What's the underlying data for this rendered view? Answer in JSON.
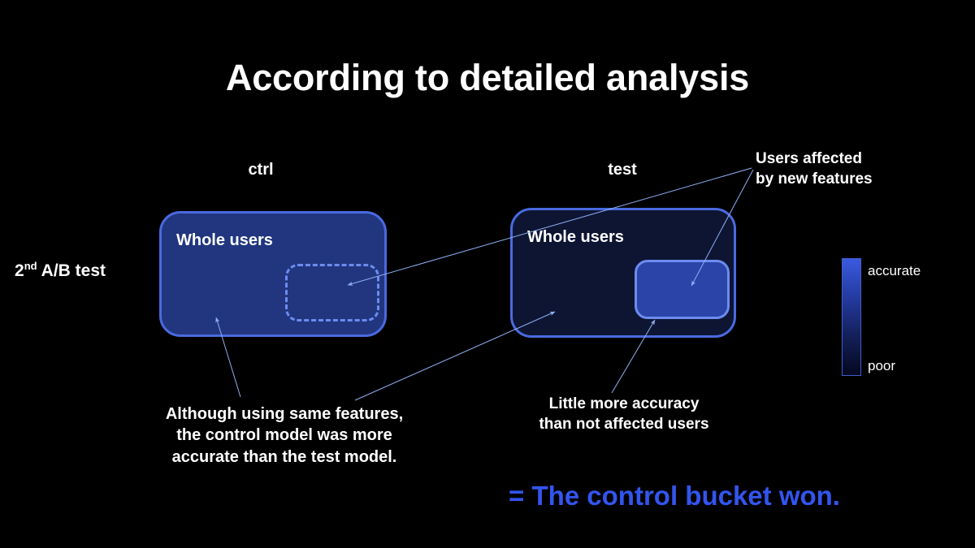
{
  "slide": {
    "title": "According to detailed analysis",
    "background_color": "#000000",
    "row_label": {
      "prefix": "2",
      "ordinal": "nd",
      "suffix": " A/B test"
    }
  },
  "buckets": [
    {
      "caption": "ctrl",
      "title": "Whole users",
      "fill_color": "#21367f",
      "border_color": "#4a6ae0",
      "subgroup": {
        "style": "dashed",
        "fill_color": "transparent",
        "border_color": "#6c8cf0"
      }
    },
    {
      "caption": "test",
      "title": "Whole users",
      "fill_color": "#0e1533",
      "border_color": "#4a6ae0",
      "subgroup": {
        "style": "solid",
        "fill_color": "#2a44a8",
        "border_color": "#6c8cf0"
      }
    }
  ],
  "annotations": {
    "affected": "Users affected\nby new features",
    "control": "Although using same features,\nthe control model was more\naccurate than the test model.",
    "little": "Little more accuracy\nthan not affected users"
  },
  "conclusion": {
    "text": "= The control bucket won.",
    "color": "#3355ee"
  },
  "legend": {
    "top_label": "accurate",
    "bottom_label": "poor",
    "top_color": "#3a5ae0",
    "bottom_color": "#05081f"
  }
}
